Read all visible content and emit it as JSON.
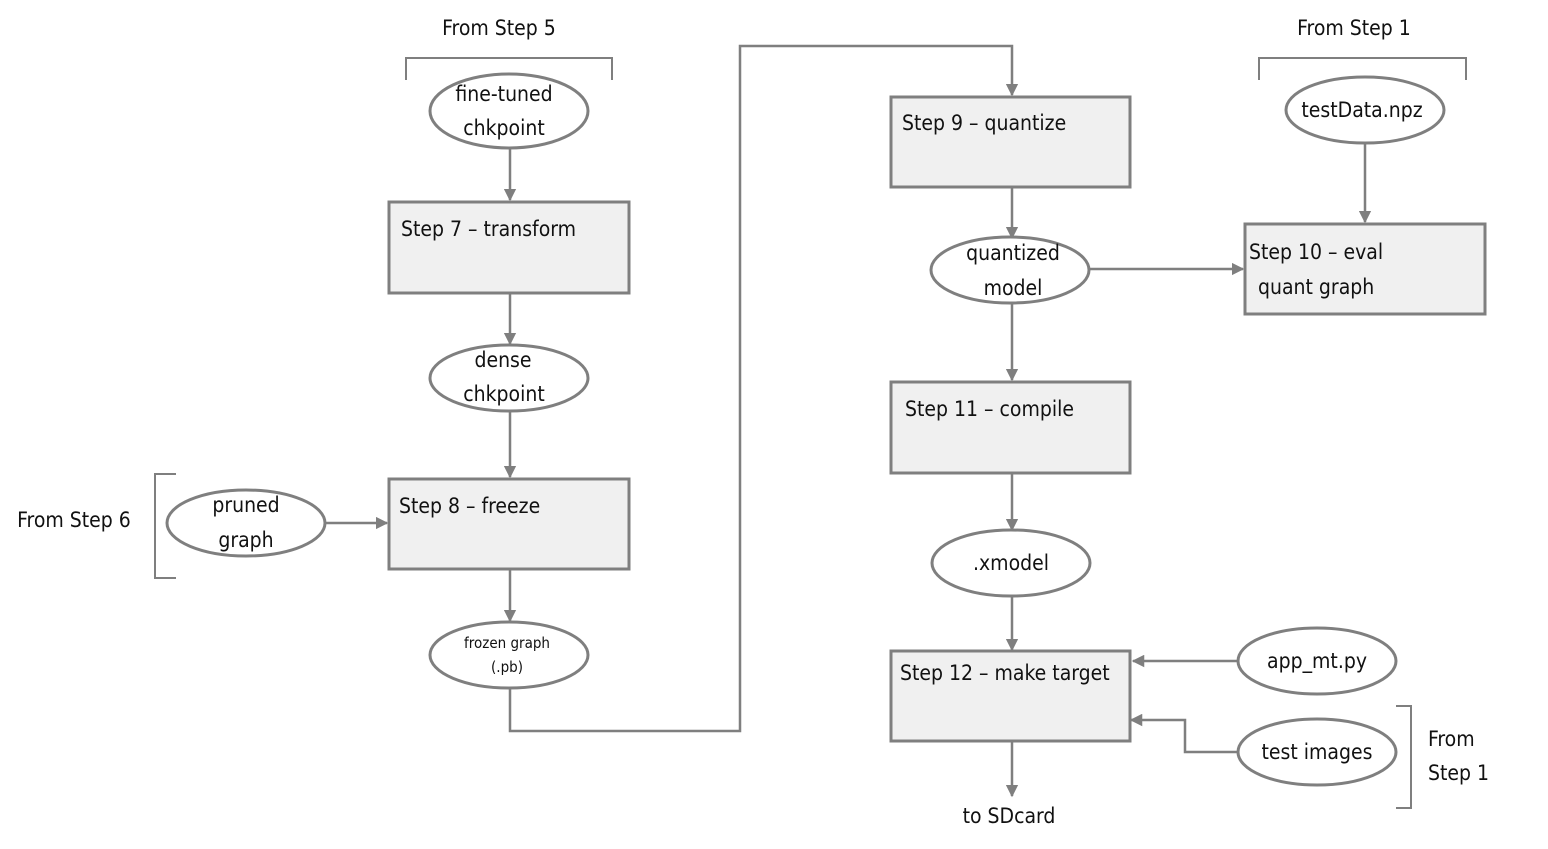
{
  "steps": {
    "step7": "Step 7 – transform",
    "step8": "Step 8 – freeze",
    "step9": "Step 9 – quantize",
    "step10": [
      "Step 10 – eval",
      "quant graph"
    ],
    "step11": "Step 11 – compile",
    "step12": "Step 12 – make target"
  },
  "nodes": {
    "finetuned": [
      "fine-tuned",
      "chkpoint"
    ],
    "dense": [
      "dense",
      "chkpoint"
    ],
    "pruned": [
      "pruned",
      "graph"
    ],
    "frozen": [
      "frozen graph",
      "(.pb)"
    ],
    "quantized": [
      "quantized",
      "model"
    ],
    "testdata": "testData.npz",
    "xmodel": ".xmodel",
    "appmt": "app_mt.py",
    "testimages": "test images"
  },
  "labels": {
    "from_step5": "From Step 5",
    "from_step1_top": "From Step 1",
    "from_step6": "From Step 6",
    "from_step1_bottom": [
      "From",
      "Step 1"
    ],
    "to_sdcard": "to SDcard"
  },
  "colors": {
    "stroke": "#7f7f7f",
    "box_fill": "#f0f0f0",
    "text": "#111111"
  }
}
